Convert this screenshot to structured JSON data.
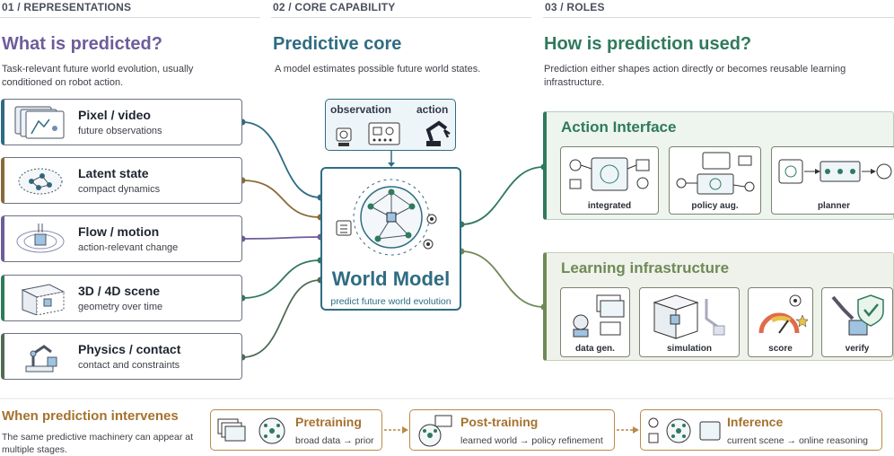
{
  "sections": {
    "representations": {
      "label": "01 / REPRESENTATIONS",
      "heading": "What is predicted?",
      "description": "Task-relevant future world evolution, usually conditioned on robot action.",
      "items": [
        {
          "title": "Pixel / video",
          "subtitle": "future observations",
          "color": "#2f6c83"
        },
        {
          "title": "Latent state",
          "subtitle": "compact dynamics",
          "color": "#8a6a3a"
        },
        {
          "title": "Flow / motion",
          "subtitle": "action-relevant change",
          "color": "#6e5c9b"
        },
        {
          "title": "3D / 4D scene",
          "subtitle": "geometry over time",
          "color": "#2f7a5d"
        },
        {
          "title": "Physics / contact",
          "subtitle": "contact and constraints",
          "color": "#4f6b55"
        }
      ]
    },
    "core": {
      "label": "02 / CORE CAPABILITY",
      "heading": "Predictive core",
      "description": "A model estimates possible future world states.",
      "inputs": {
        "observation": "observation",
        "action": "action"
      },
      "model_title": "World Model",
      "model_subtitle": "predict future world evolution"
    },
    "roles": {
      "label": "03 / ROLES",
      "heading": "How is prediction used?",
      "description": "Prediction either shapes action directly or becomes reusable learning infrastructure.",
      "action_interface": {
        "title": "Action Interface",
        "items": [
          "integrated",
          "policy aug.",
          "planner"
        ]
      },
      "learning_infrastructure": {
        "title": "Learning infrastructure",
        "items": [
          "data gen.",
          "simulation",
          "score",
          "verify"
        ]
      }
    }
  },
  "intervention": {
    "heading": "When prediction intervenes",
    "description": "The same predictive machinery can appear at multiple stages.",
    "stages": [
      {
        "title": "Pretraining",
        "subtitle": "broad data → prior"
      },
      {
        "title": "Post-training",
        "subtitle": "learned world → policy refinement"
      },
      {
        "title": "Inference",
        "subtitle": "current scene → online reasoning"
      }
    ]
  },
  "colors": {
    "purple": "#6e5c9b",
    "teal": "#2f6c83",
    "green": "#2f7a5d",
    "brown": "#a4722e",
    "olive": "#6f8a56"
  },
  "icons": [
    "robot-arm-icon",
    "camera-icon",
    "sensor-panel-icon",
    "network-graph-icon",
    "checklist-icon",
    "shield-check-icon",
    "gauge-icon",
    "gripper-icon"
  ]
}
